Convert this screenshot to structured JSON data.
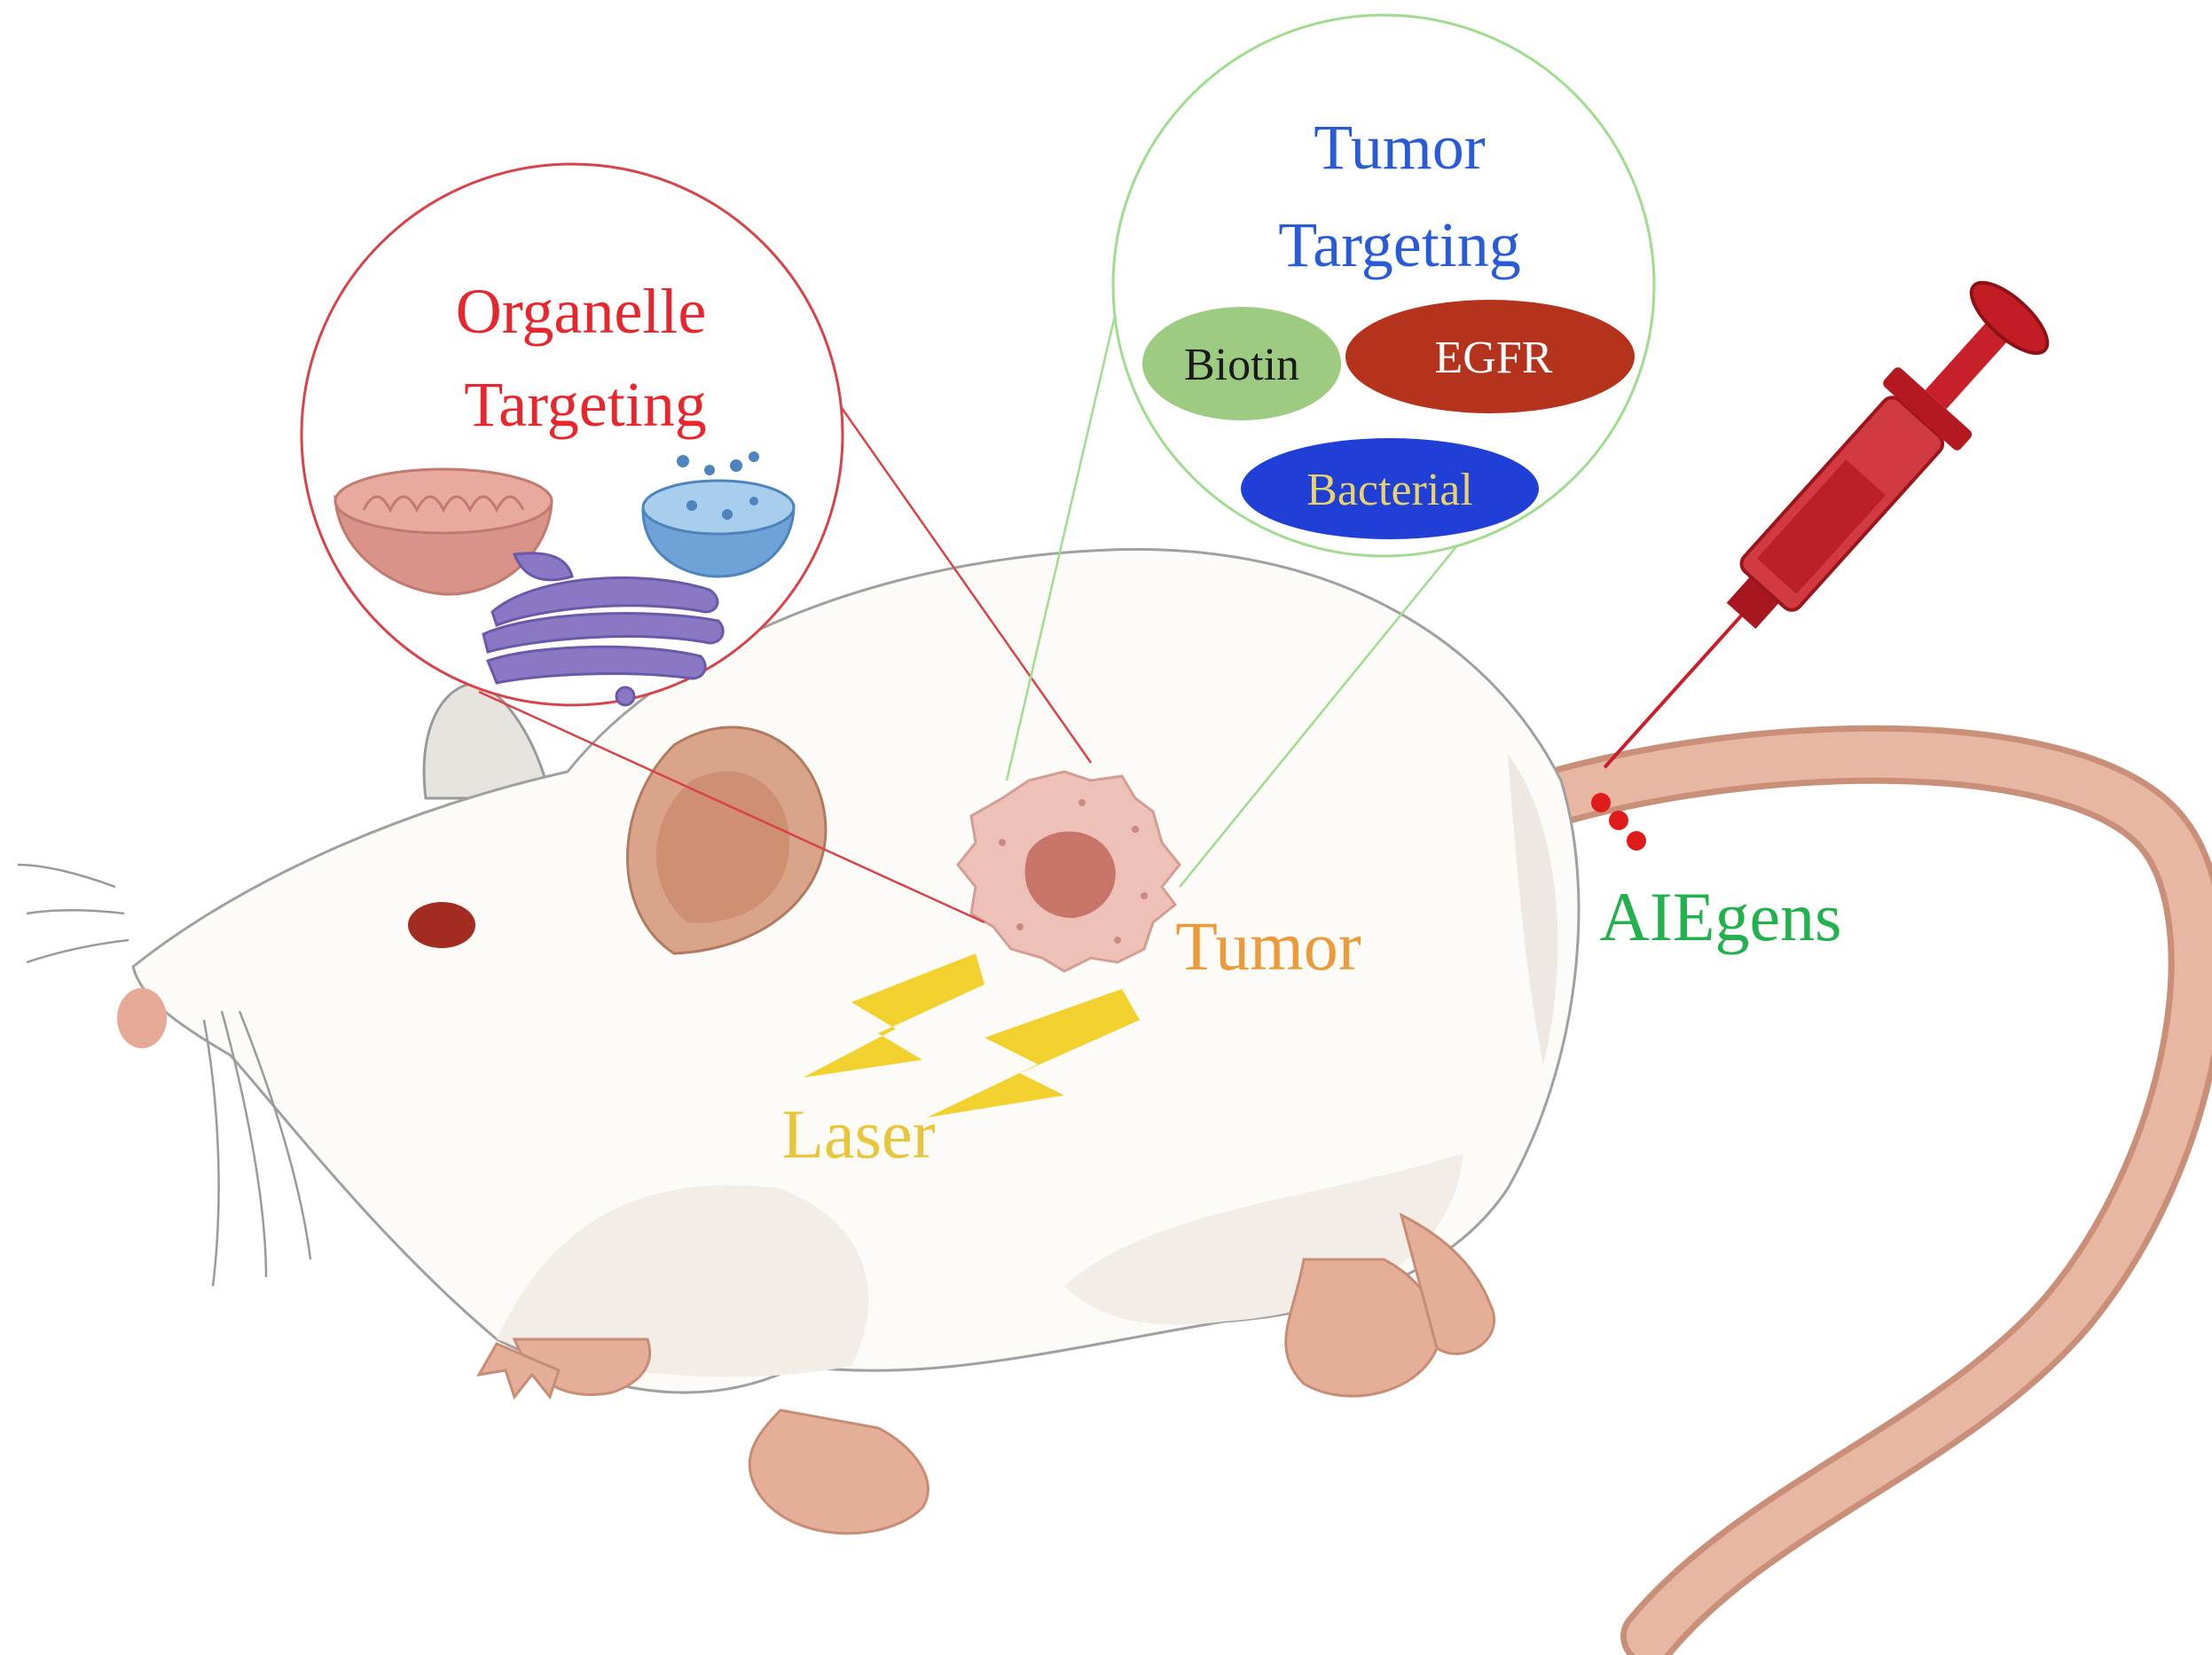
{
  "organelle": {
    "title_line1": "Organelle",
    "title_line2": "Targeting",
    "color": "#e8262d",
    "items": [
      "mitochondrion",
      "golgi-apparatus",
      "lysosome"
    ]
  },
  "tumor_targeting": {
    "title_line1": "Tumor",
    "title_line2": "Targeting",
    "color": "#2a5bd7",
    "tags": [
      {
        "label": "Biotin",
        "fill": "#9dcb82",
        "text_color": "#1a1a1a"
      },
      {
        "label": "EGFR",
        "fill": "#b5331c",
        "text_color": "#ffffff"
      },
      {
        "label": "Bacterial",
        "fill": "#1f3fd6",
        "text_color": "#e8d26a"
      }
    ]
  },
  "labels": {
    "tumor": "Tumor",
    "laser": "Laser",
    "aiegens": "AIEgens"
  },
  "colors": {
    "tumor_label": "#ec9a3a",
    "laser_label": "#e8c53a",
    "laser_bolt": "#f2d12e",
    "aiegens_label": "#22b14c",
    "organelle_circle": "#d8434a",
    "tumor_circle": "#9fdc8f",
    "syringe": "#c8202a"
  }
}
